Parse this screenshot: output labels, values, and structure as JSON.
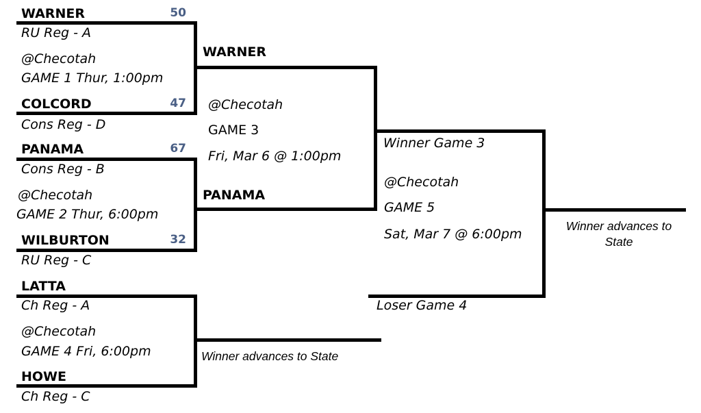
{
  "game1": {
    "team_top": "WARNER",
    "score_top": "50",
    "seed_top": "RU Reg - A",
    "location": "@Checotah",
    "label": "GAME 1 Thur, 1:00pm",
    "team_bottom": "COLCORD",
    "score_bottom": "47",
    "seed_bottom": "Cons Reg - D"
  },
  "game2": {
    "team_top": "PANAMA",
    "score_top": "67",
    "seed_top": "Cons Reg - B",
    "location": "@Checotah",
    "label": "GAME 2 Thur, 6:00pm",
    "team_bottom": "WILBURTON",
    "score_bottom": "32",
    "seed_bottom": "RU Reg - C"
  },
  "game4": {
    "team_top": "LATTA",
    "seed_top": "Ch Reg - A",
    "location": "@Checotah",
    "label": "GAME 4 Fri, 6:00pm",
    "team_bottom": "HOWE",
    "seed_bottom": "Ch Reg - C",
    "winner_note": "Winner advances to State"
  },
  "game3": {
    "team_top": "WARNER",
    "location": "@Checotah",
    "label": "GAME 3",
    "time": "Fri, Mar 6 @ 1:00pm",
    "team_bottom": "PANAMA"
  },
  "game5": {
    "top": "Winner Game 3",
    "location": "@Checotah",
    "label": "GAME 5",
    "time": "Sat, Mar 7 @ 6:00pm",
    "bottom": "Loser Game 4",
    "winner_note_line1": "Winner advances to",
    "winner_note_line2": "State"
  }
}
